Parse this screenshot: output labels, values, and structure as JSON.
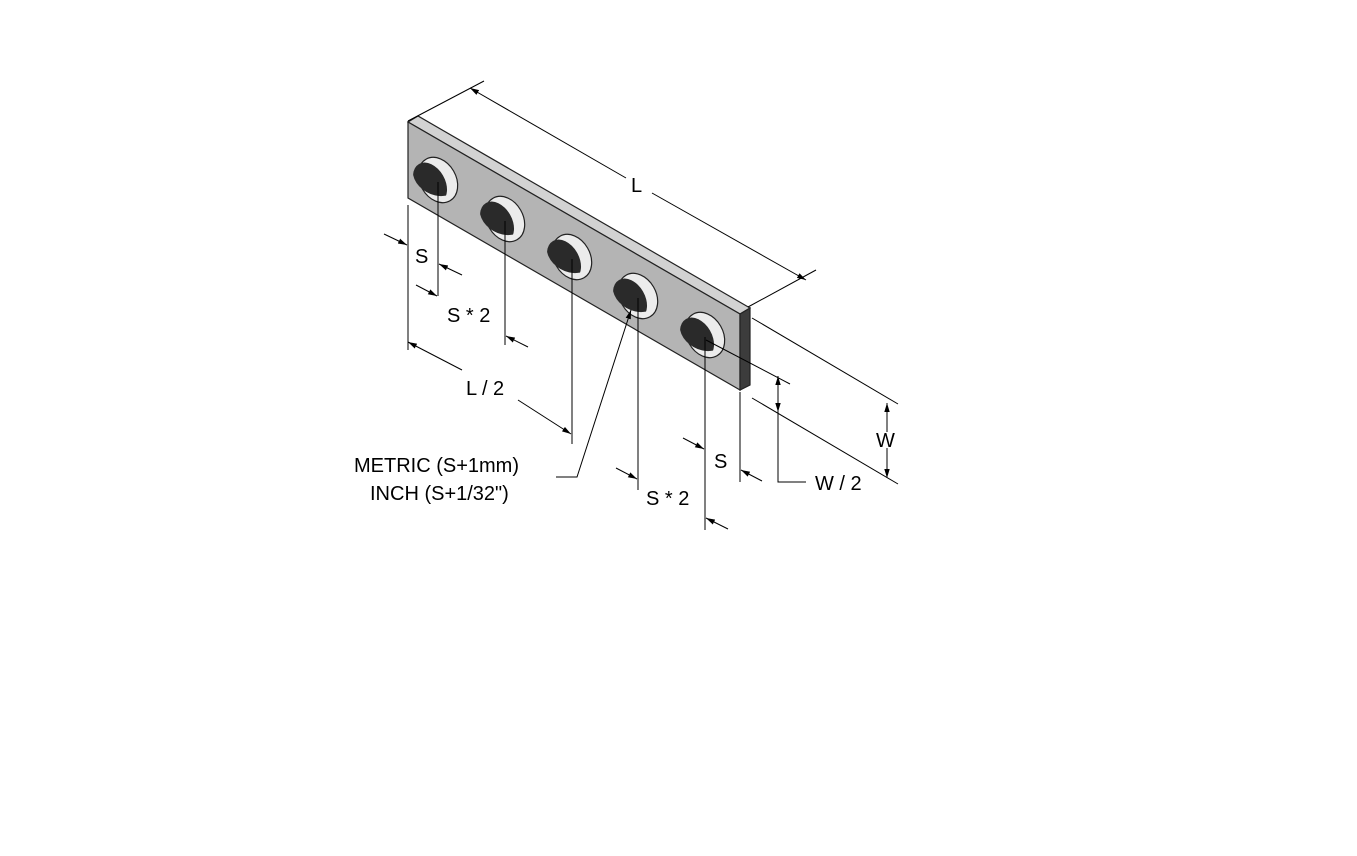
{
  "labels": {
    "length": "L",
    "half_length": "L / 2",
    "spacing_left": "S",
    "spacing_double_left": "S * 2",
    "spacing_right": "S",
    "spacing_double_right": "S * 2",
    "width": "W",
    "half_width": "W / 2",
    "hole_note_metric": "METRIC (S+1mm)",
    "hole_note_inch": "INCH (S+1/32\")"
  },
  "colors": {
    "face": "#b4b4b4",
    "top": "#d2d2d2",
    "end": "#3c3c3c",
    "hole_fill": "#ececec",
    "hole_shadow": "#2a2a2a",
    "line": "#000000"
  }
}
